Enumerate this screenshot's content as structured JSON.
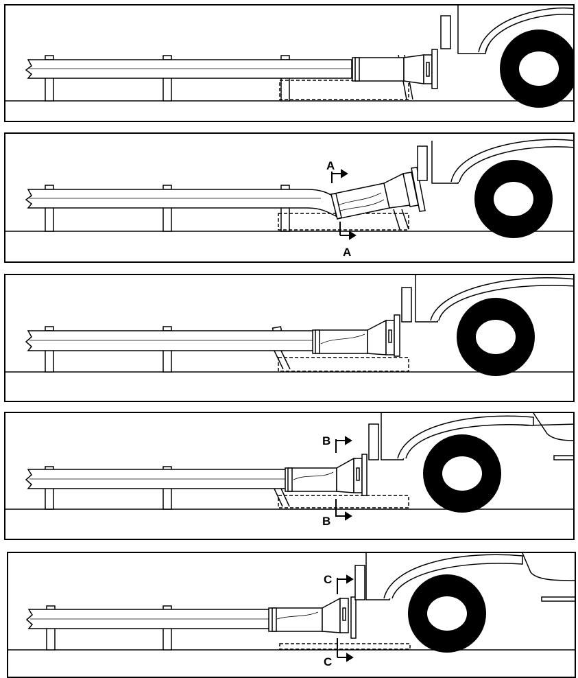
{
  "colors": {
    "line": "#000000",
    "background": "#ffffff"
  },
  "panels": [
    {
      "id": "stage-1",
      "section_label": ""
    },
    {
      "id": "stage-2",
      "section_label": "A"
    },
    {
      "id": "stage-3",
      "section_label": ""
    },
    {
      "id": "stage-4",
      "section_label": "B"
    },
    {
      "id": "stage-5",
      "section_label": "C"
    }
  ]
}
